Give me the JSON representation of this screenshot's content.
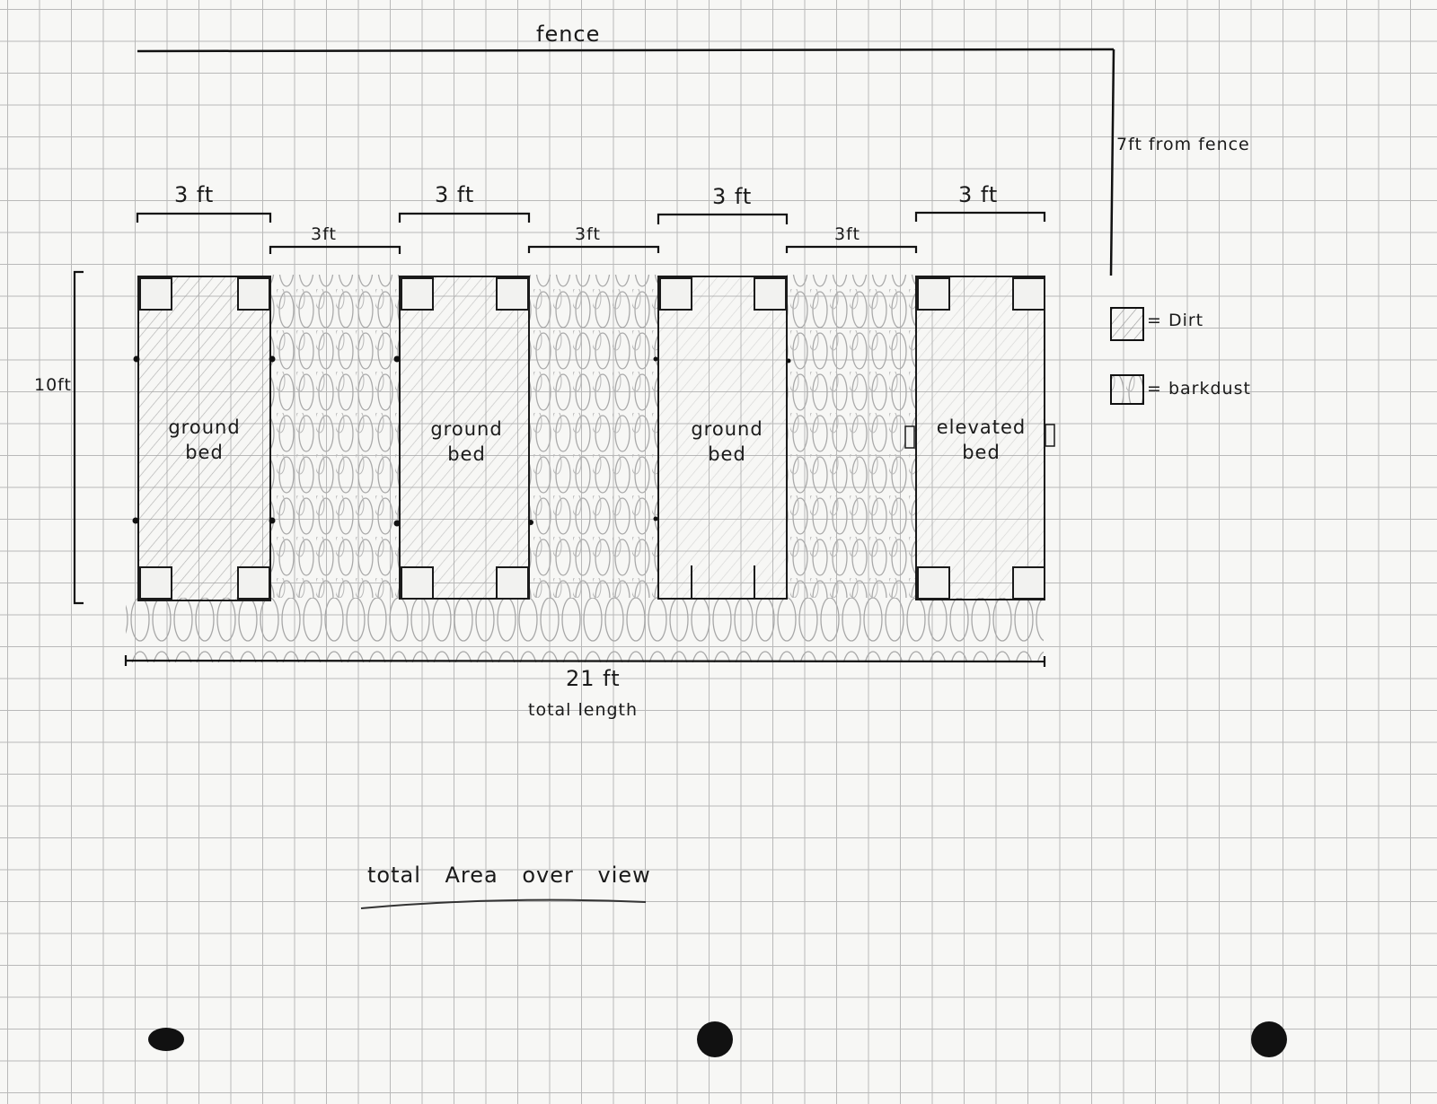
{
  "header": {
    "fence_label": "fence"
  },
  "dimensions": {
    "fence_distance": "7ft from fence",
    "height": "10ft",
    "total_length": "21 ft",
    "total_length_note": "total length"
  },
  "beds": [
    {
      "width": "3 ft",
      "label_line1": "ground",
      "label_line2": "bed",
      "fill": "dirt"
    },
    {
      "width": "3 ft",
      "label_line1": "ground",
      "label_line2": "bed",
      "fill": "dirt"
    },
    {
      "width": "3 ft",
      "label_line1": "ground",
      "label_line2": "bed",
      "fill": "dirt"
    },
    {
      "width": "3 ft",
      "label_line1": "elevated",
      "label_line2": "bed",
      "fill": "dirt"
    }
  ],
  "paths": [
    {
      "width": "3ft",
      "fill": "barkdust"
    },
    {
      "width": "3ft",
      "fill": "barkdust"
    },
    {
      "width": "3ft",
      "fill": "barkdust"
    }
  ],
  "legend": [
    {
      "key": "dirt",
      "label": "= Dirt"
    },
    {
      "key": "barkdust",
      "label": "= barkdust"
    }
  ],
  "footer": {
    "title": "total Area over view"
  }
}
